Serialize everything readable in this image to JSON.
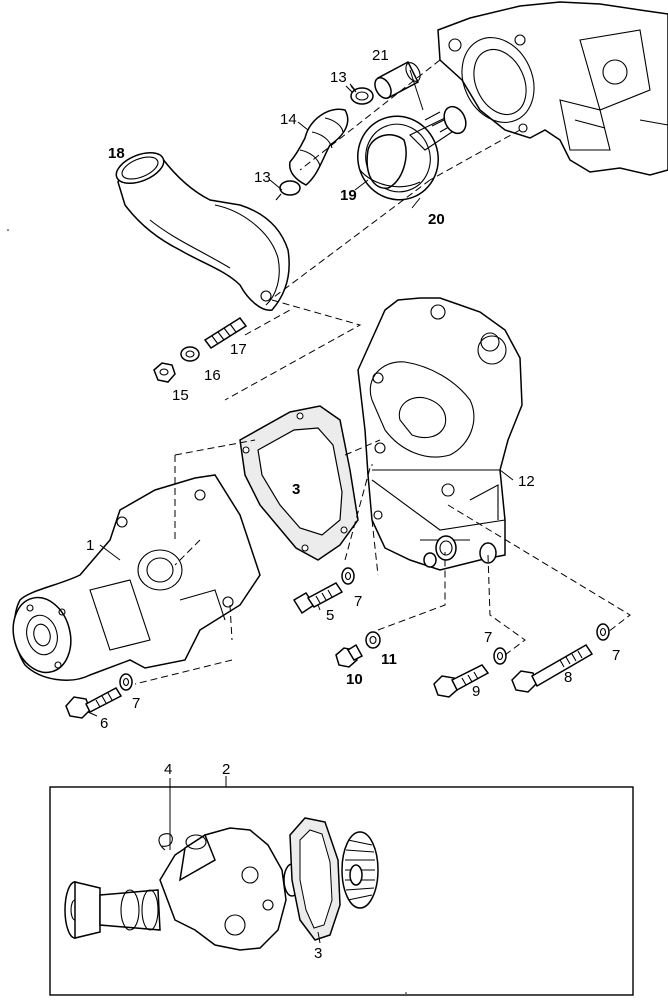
{
  "callouts": {
    "c1": "1",
    "c2": "2",
    "c3": "3",
    "c3b": "3",
    "c4": "4",
    "c5": "5",
    "c6": "6",
    "c7a": "7",
    "c7b": "7",
    "c7c": "7",
    "c7d": "7",
    "c8": "8",
    "c9": "9",
    "c10": "10",
    "c11": "11",
    "c12": "12",
    "c13a": "13",
    "c13b": "13",
    "c14": "14",
    "c15": "15",
    "c16": "16",
    "c17": "17",
    "c18": "18",
    "c19": "19",
    "c20": "20",
    "c21": "21"
  },
  "parts": {
    "pump_body": "1",
    "pump_assembly": "2",
    "gasket": "3",
    "ring_clip": "4",
    "screw": "5",
    "bolt": "6",
    "washer": "7",
    "long_screw": "8",
    "short_screw": "9",
    "plug": "10",
    "seal_washer": "11",
    "thermostat_housing": "12",
    "hose_clip": "13",
    "hose": "14",
    "nut": "15",
    "lock_washer": "16",
    "stud": "17",
    "outlet_elbow": "18",
    "thermostat_gasket": "19",
    "thermostat": "20",
    "hose_nipple": "21"
  }
}
